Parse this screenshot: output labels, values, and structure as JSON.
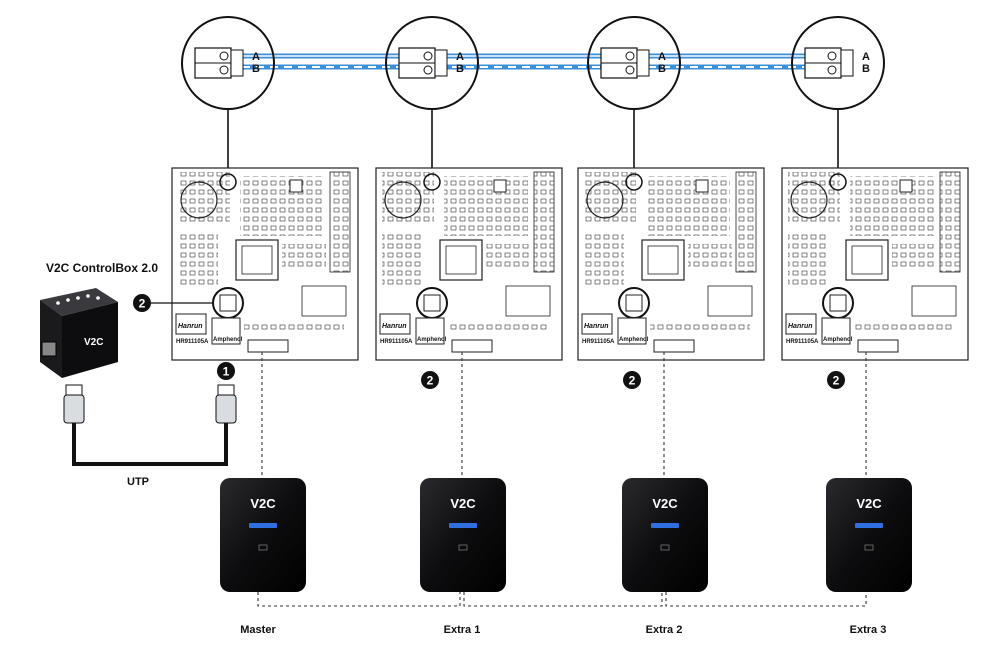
{
  "controlbox": {
    "title": "V2C ControlBox 2.0",
    "logo": "V2C",
    "cable_label": "UTP"
  },
  "bus": {
    "line_a": "A",
    "line_b": "B",
    "color_a": "#3c8fd9",
    "color_b": "#3c8fd9"
  },
  "markers": {
    "one": "1",
    "two": "2"
  },
  "boards": [
    {
      "chip_brand": "Hanrun",
      "chip_part": "HR911105A",
      "connector": "Amphenol",
      "bus_marker": "2",
      "eth_marker": "1"
    },
    {
      "chip_brand": "Hanrun",
      "chip_part": "HR911105A",
      "connector": "Amphenol",
      "eth_marker": "2"
    },
    {
      "chip_brand": "Hanrun",
      "chip_part": "HR911105A",
      "connector": "Amphenol",
      "eth_marker": "2"
    },
    {
      "chip_brand": "Hanrun",
      "chip_part": "HR911105A",
      "connector": "Amphenol",
      "eth_marker": "2"
    }
  ],
  "chargers": [
    {
      "label": "Master",
      "logo": "V2C"
    },
    {
      "label": "Extra 1",
      "logo": "V2C"
    },
    {
      "label": "Extra 2",
      "logo": "V2C"
    },
    {
      "label": "Extra 3",
      "logo": "V2C"
    }
  ],
  "colors": {
    "charger_body": "#0d0d0f",
    "charger_accent": "#2f6fe0",
    "marker_fill": "#111111",
    "board_outline": "#222222"
  }
}
